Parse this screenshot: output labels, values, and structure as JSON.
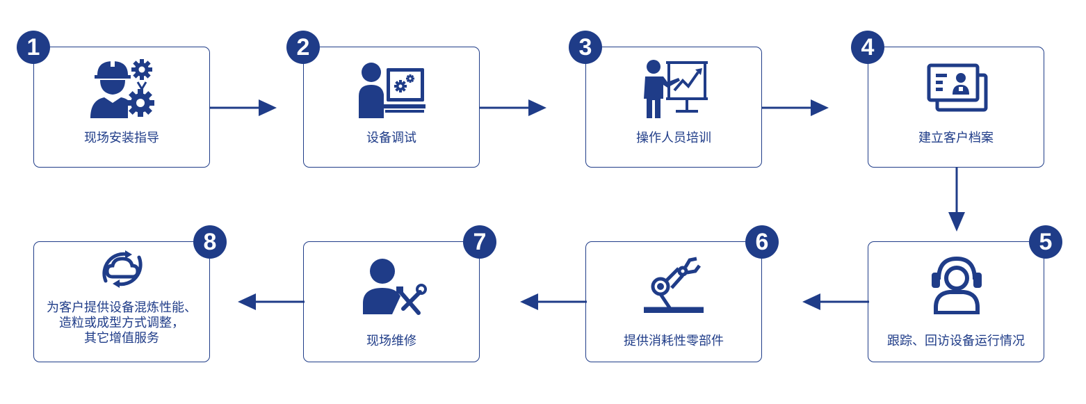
{
  "colors": {
    "primary": "#1f3c88"
  },
  "steps": [
    {
      "number": "1",
      "label": "现场安装指导",
      "icon": "engineer-gears-icon"
    },
    {
      "number": "2",
      "label": "设备调试",
      "icon": "computer-settings-icon"
    },
    {
      "number": "3",
      "label": "操作人员培训",
      "icon": "presentation-trainer-icon"
    },
    {
      "number": "4",
      "label": "建立客户档案",
      "icon": "profile-card-icon"
    },
    {
      "number": "5",
      "label": "跟踪、回访设备运行情况",
      "icon": "headset-support-icon"
    },
    {
      "number": "6",
      "label": "提供消耗性零部件",
      "icon": "robot-arm-icon"
    },
    {
      "number": "7",
      "label": "现场维修",
      "icon": "repair-tools-icon"
    },
    {
      "number": "8",
      "label": "为客户提供设备混炼性能、\n造粒或成型方式调整，\n其它增值服务",
      "icon": "cloud-sync-icon"
    }
  ]
}
